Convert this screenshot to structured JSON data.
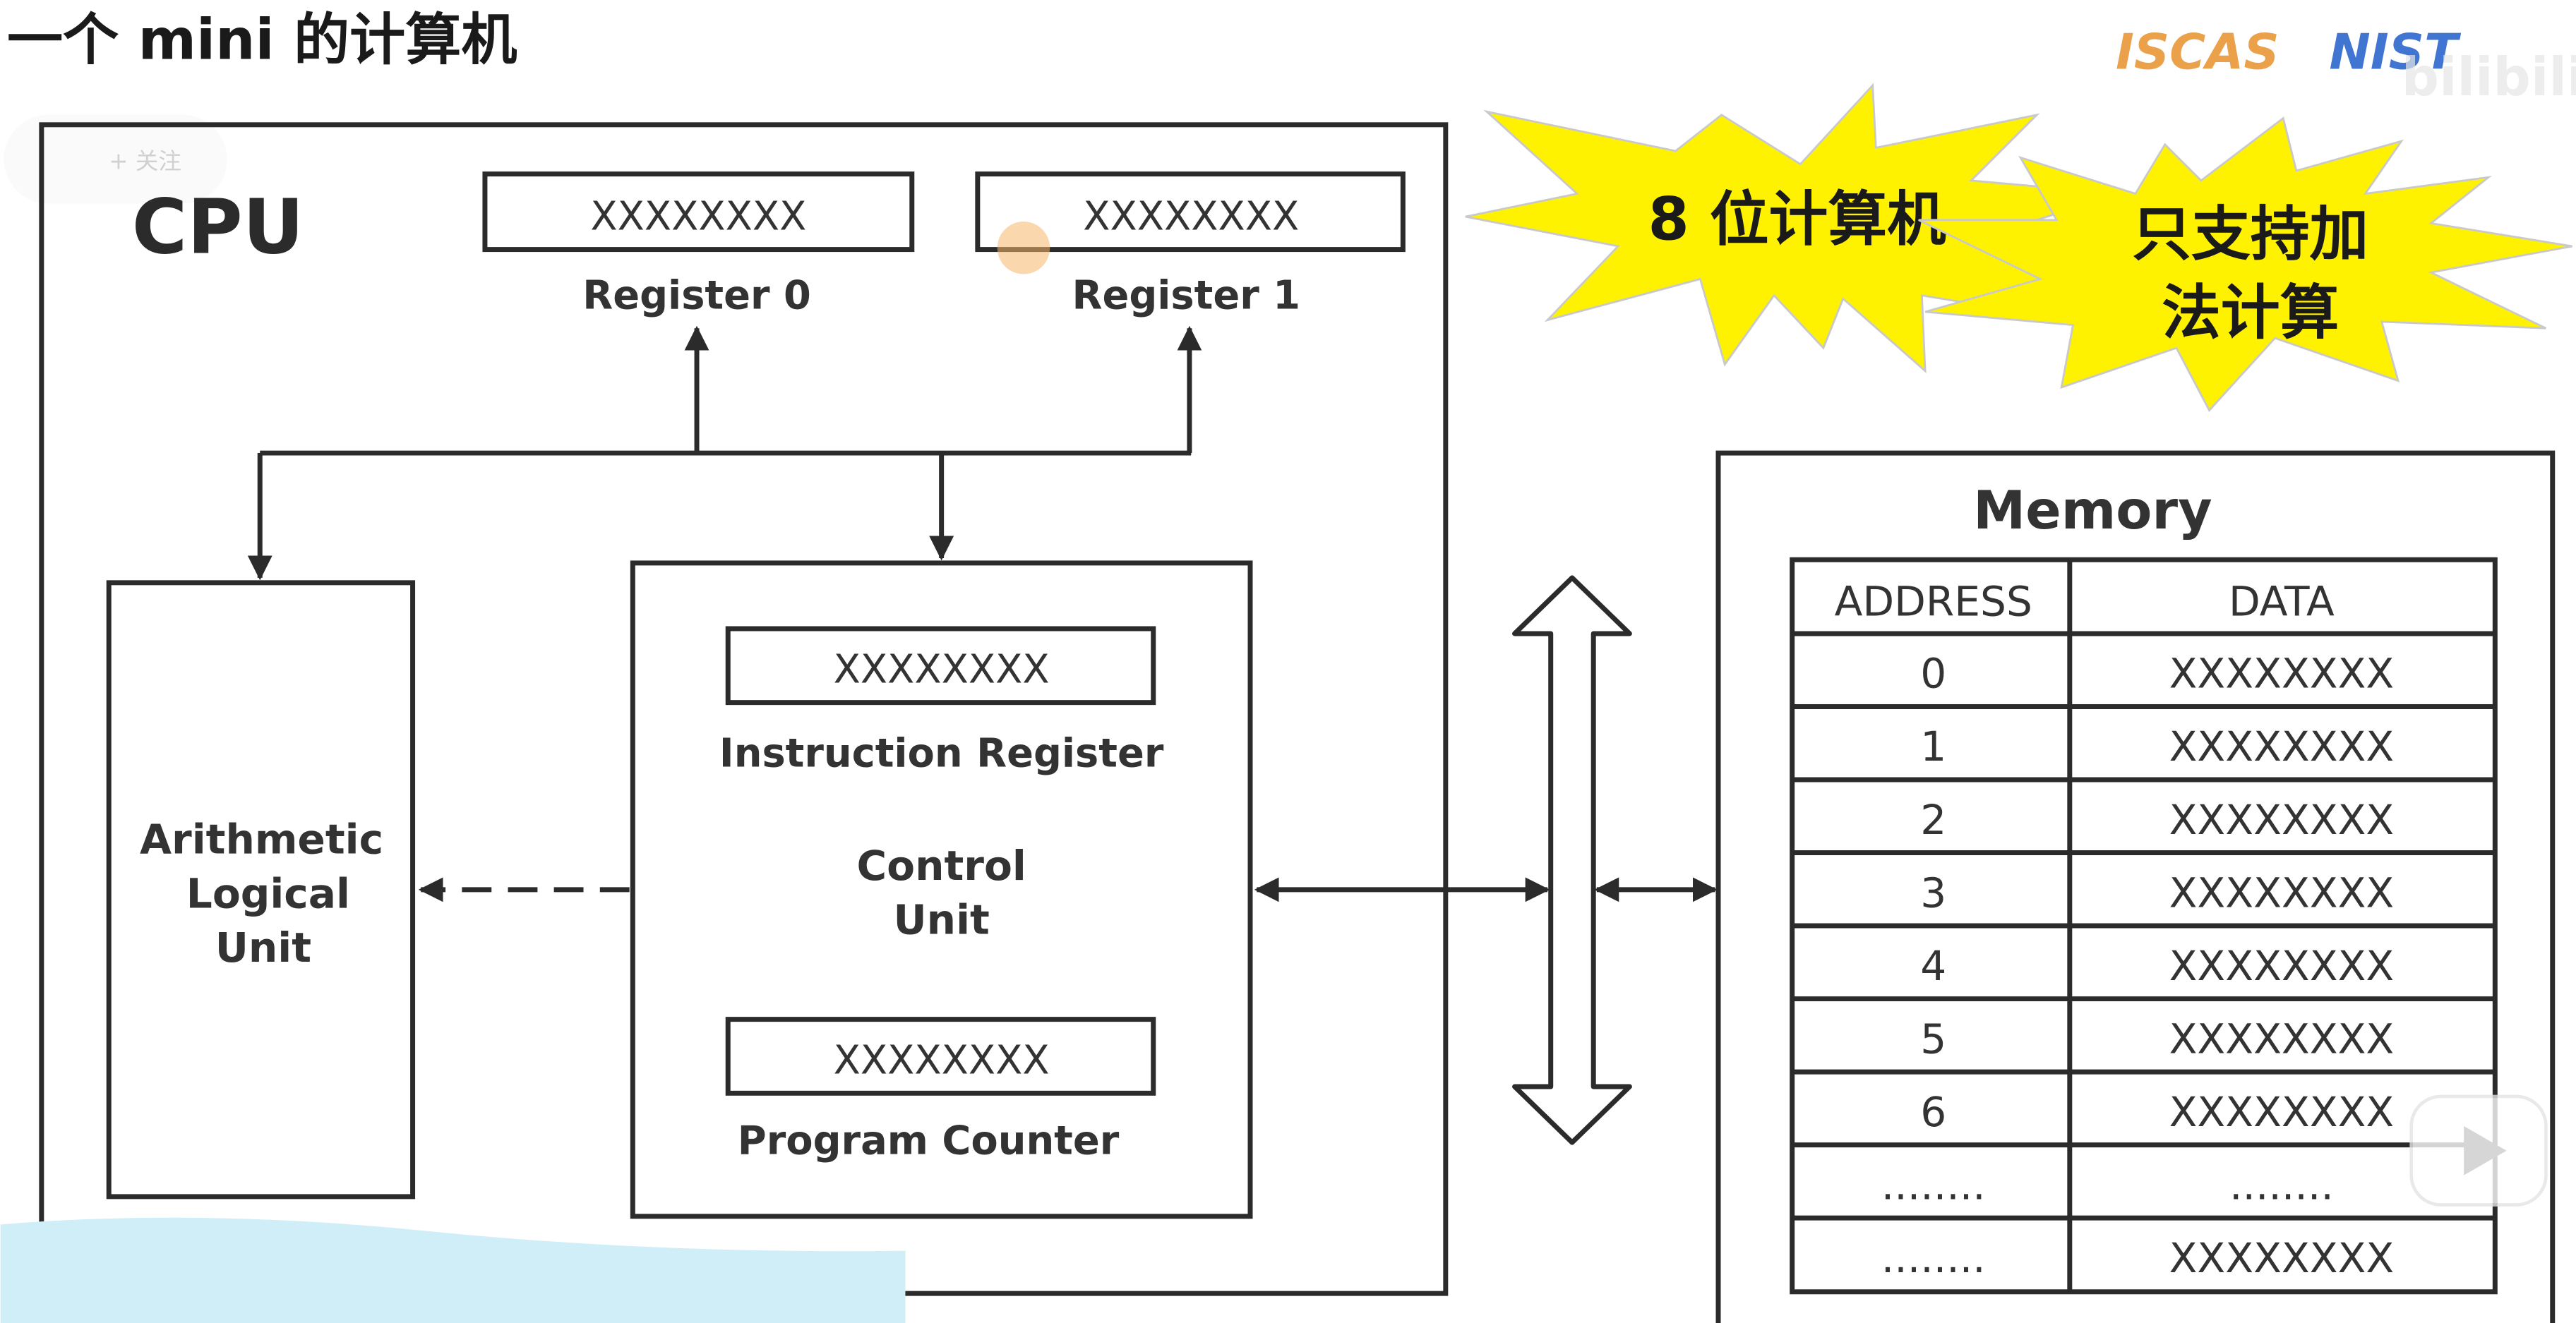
{
  "slide": {
    "title": "一个 mini 的计算机",
    "logo_left": "ISCAS",
    "logo_right": "NIST",
    "watermark": "bilibili",
    "follow_button": "+ 关注"
  },
  "callouts": {
    "bits": "8 位计算机",
    "add_line1": "只支持加",
    "add_line2": "法计算"
  },
  "cpu": {
    "label": "CPU",
    "register0": {
      "value": "XXXXXXXX",
      "label": "Register 0"
    },
    "register1": {
      "value": "XXXXXXXX",
      "label": "Register 1"
    },
    "alu": {
      "line1": "Arithmetic",
      "line2": "Logical",
      "line3": "Unit"
    },
    "control_unit": {
      "label_line1": "Control",
      "label_line2": "Unit",
      "instruction_register": {
        "value": "XXXXXXXX",
        "label": "Instruction Register"
      },
      "program_counter": {
        "value": "XXXXXXXX",
        "label": "Program Counter"
      }
    }
  },
  "memory": {
    "title": "Memory",
    "headers": {
      "address": "ADDRESS",
      "data": "DATA"
    },
    "rows": [
      {
        "address": "0",
        "data": "XXXXXXXX"
      },
      {
        "address": "1",
        "data": "XXXXXXXX"
      },
      {
        "address": "2",
        "data": "XXXXXXXX"
      },
      {
        "address": "3",
        "data": "XXXXXXXX"
      },
      {
        "address": "4",
        "data": "XXXXXXXX"
      },
      {
        "address": "5",
        "data": "XXXXXXXX"
      },
      {
        "address": "6",
        "data": "XXXXXXXX"
      },
      {
        "address": "........",
        "data": "........"
      },
      {
        "address": "........",
        "data": "XXXXXXXX"
      }
    ]
  },
  "colors": {
    "stroke": "#2b2b2b",
    "text": "#1a1a1a",
    "callout_fill": "#fff200",
    "logo_iscas": "#e8912a",
    "logo_nist": "#1f5fc9",
    "cursor_dot": "#f5b76a",
    "bottom_overlay": "#cfeef7"
  }
}
